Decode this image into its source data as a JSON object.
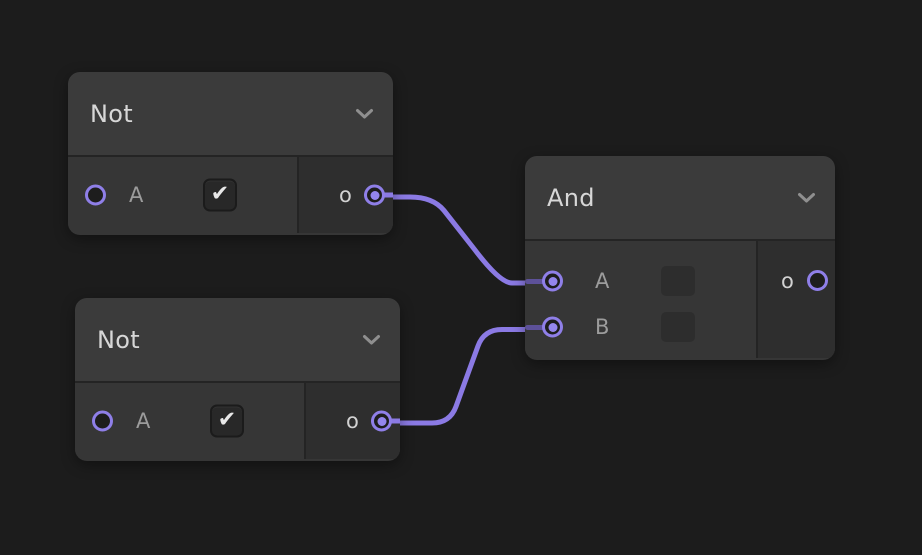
{
  "editor": {
    "kind": "logic-gate node graph",
    "background_color": "#1c1c1c",
    "accent_color": "#8b7ae4",
    "node_header_color": "#3b3b3b",
    "node_body_color": "#363636"
  },
  "nodes": [
    {
      "id": "not-1",
      "title": "Not",
      "collapse_icon": "chevron-down-icon",
      "inputs": [
        {
          "label": "A",
          "connected": false,
          "control": "checkbox",
          "checked": true,
          "check_glyph": "✔"
        }
      ],
      "output": {
        "label": "o",
        "connected": true
      }
    },
    {
      "id": "not-2",
      "title": "Not",
      "collapse_icon": "chevron-down-icon",
      "inputs": [
        {
          "label": "A",
          "connected": false,
          "control": "checkbox",
          "checked": true,
          "check_glyph": "✔"
        }
      ],
      "output": {
        "label": "o",
        "connected": false
      }
    },
    {
      "id": "and-1",
      "title": "And",
      "collapse_icon": "chevron-down-icon",
      "inputs": [
        {
          "label": "A",
          "connected": true,
          "control": "checkbox",
          "checked": false,
          "check_glyph": ""
        },
        {
          "label": "B",
          "connected": true,
          "control": "checkbox",
          "checked": false,
          "check_glyph": ""
        }
      ],
      "output": {
        "label": "o",
        "connected": false
      }
    }
  ],
  "connections": [
    {
      "from": "not-1 output o",
      "to": "and-1 input A"
    },
    {
      "from": "not-2 output o",
      "to": "and-1 input B"
    }
  ]
}
